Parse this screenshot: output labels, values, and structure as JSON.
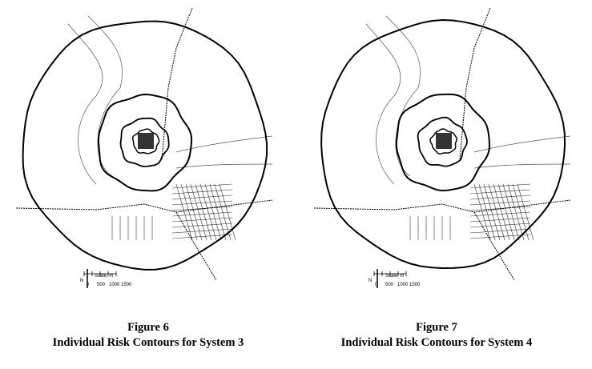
{
  "figures": [
    {
      "number": "Figure 6",
      "caption": "Individual Risk Contours for System 3",
      "scale_title": "Scale, m",
      "scale_ticks": [
        "0",
        "500",
        "1000",
        "1500"
      ],
      "north": "N"
    },
    {
      "number": "Figure 7",
      "caption": "Individual Risk Contours for System 4",
      "scale_title": "Scale, m",
      "scale_ticks": [
        "0",
        "500",
        "1000",
        "1500"
      ],
      "north": "N"
    }
  ]
}
